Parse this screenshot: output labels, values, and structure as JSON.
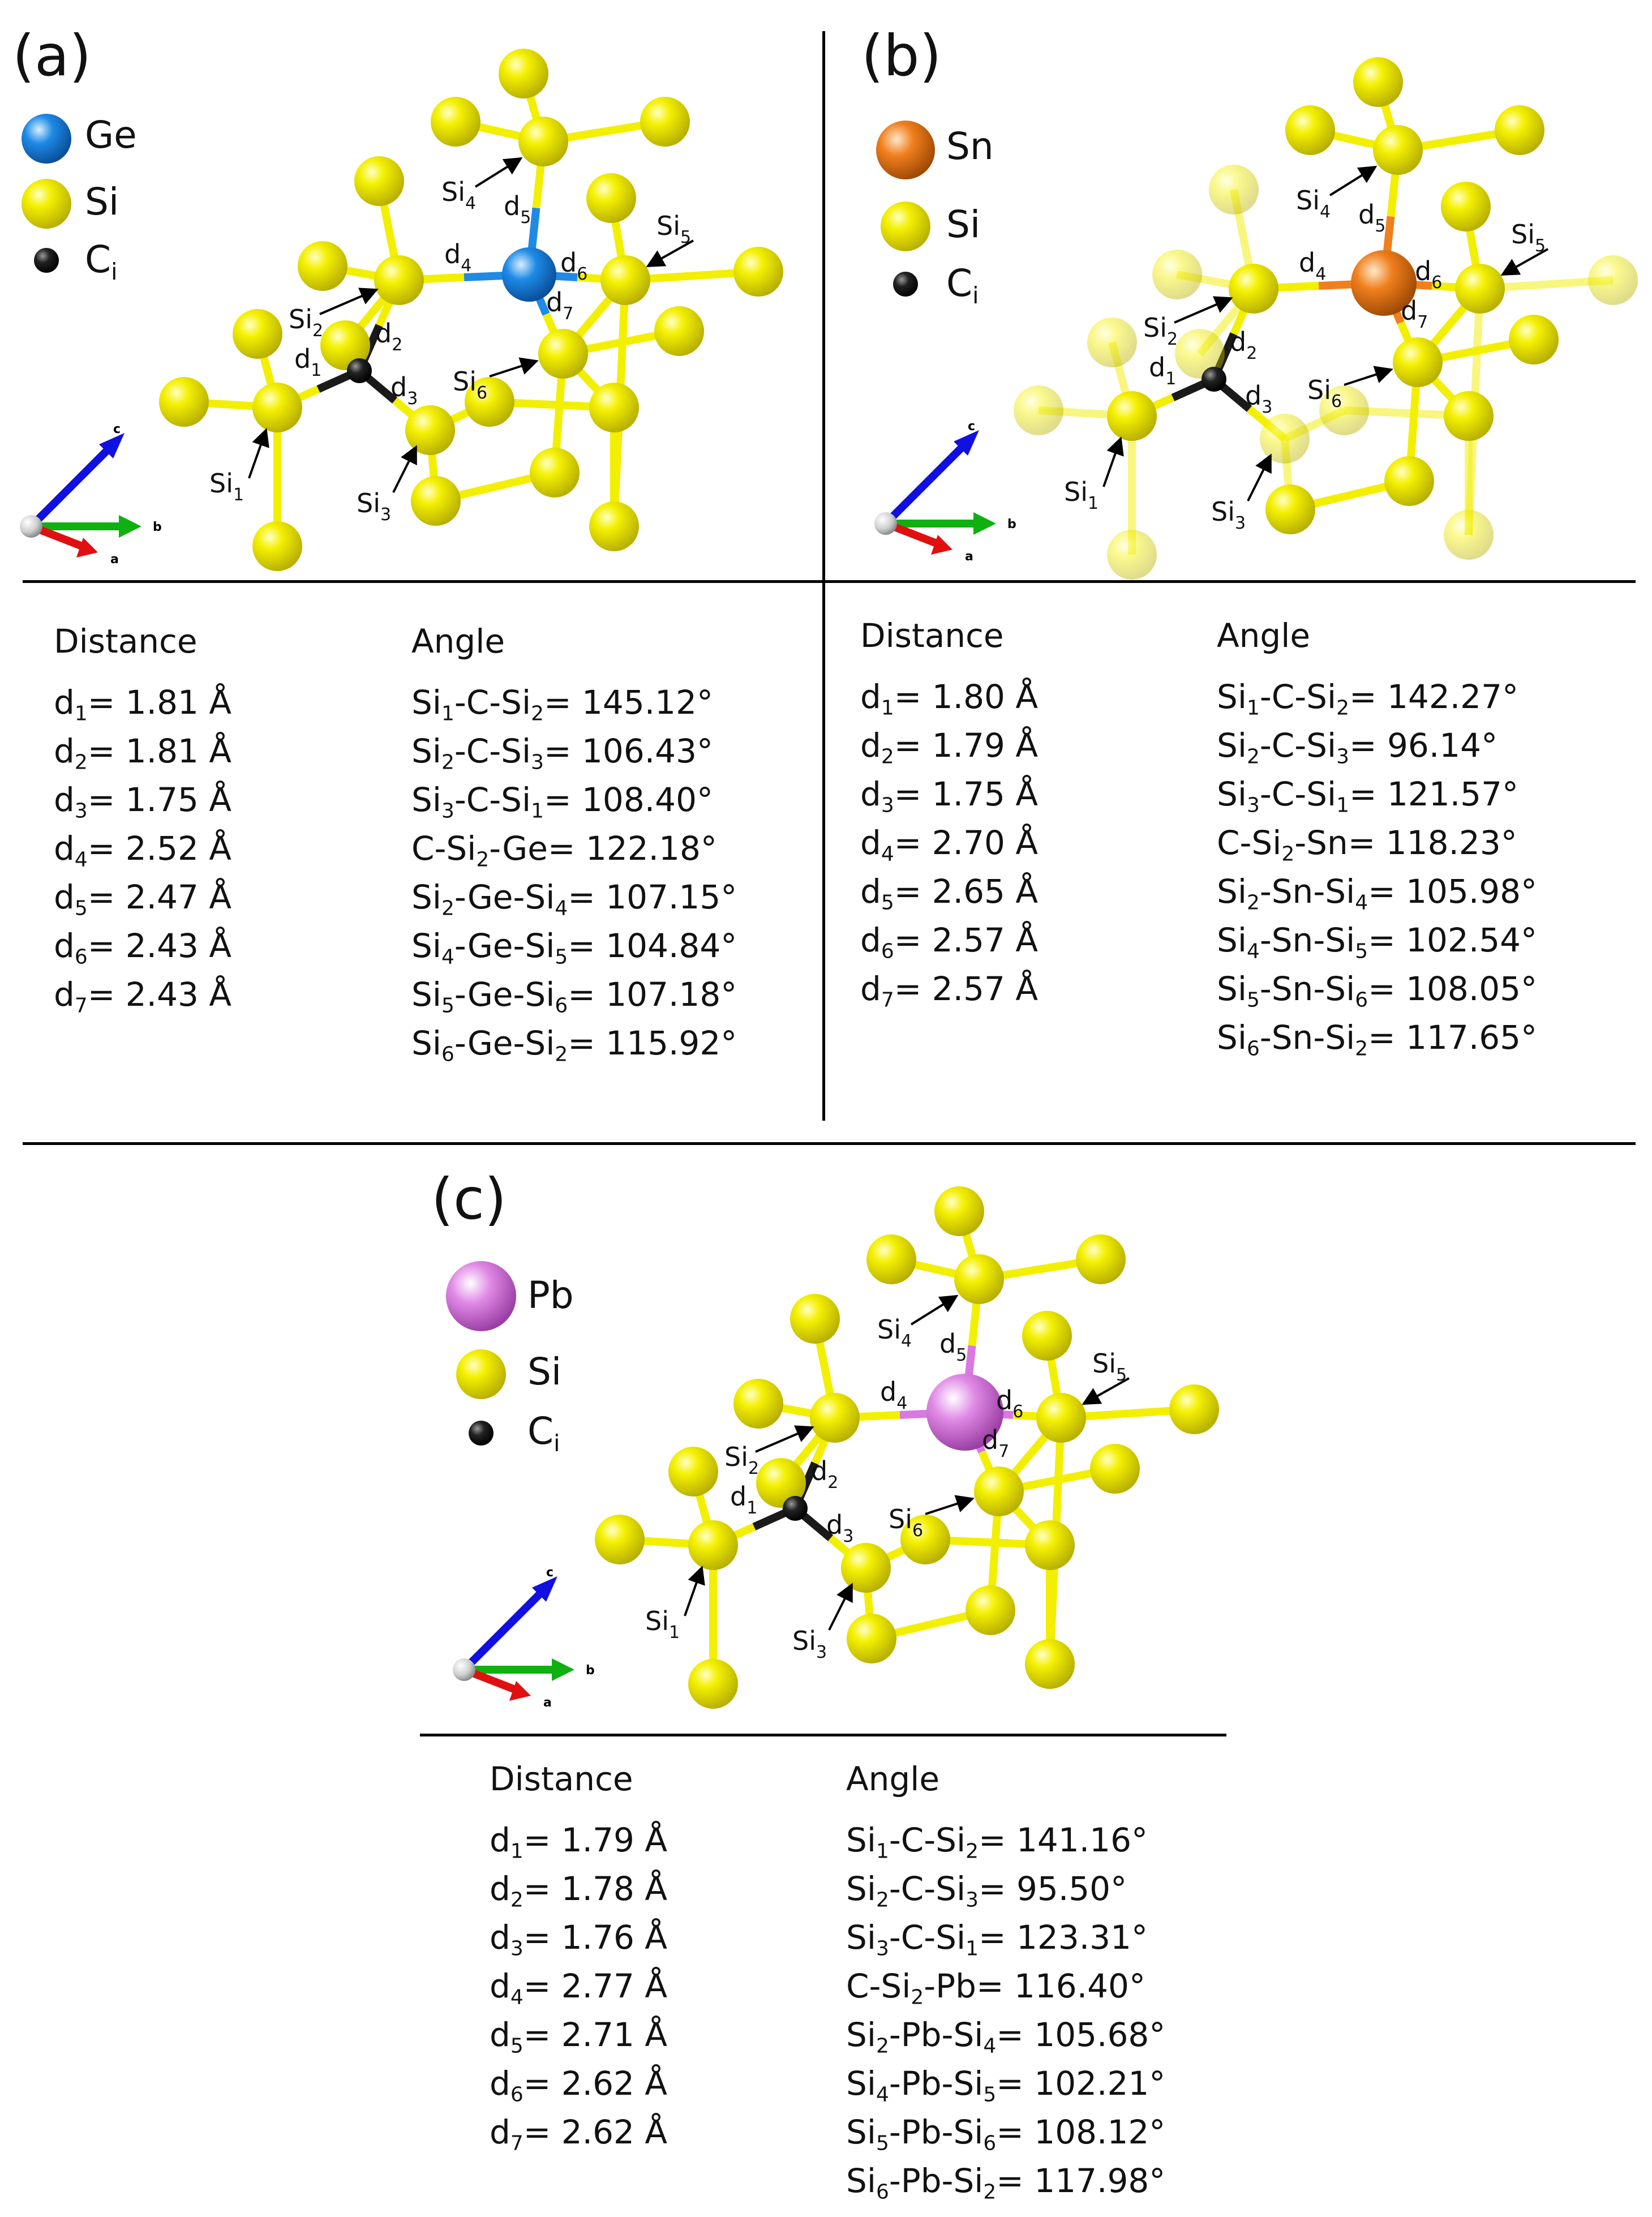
{
  "panels": [
    {
      "id": "a",
      "letter": "(a)",
      "metal": "Ge",
      "metal_color": "#1e8ae6",
      "legend": {
        "metal": "Ge",
        "si": "Si",
        "ci": "C",
        "ci_sub": "i"
      },
      "distance_header": "Distance",
      "angle_header": "Angle",
      "distances": [
        "1.81 Å",
        "1.81 Å",
        "1.75 Å",
        "2.52 Å",
        "2.47 Å",
        "2.43 Å",
        "2.43 Å"
      ],
      "angles": [
        "145.12°",
        "106.43°",
        "108.40°",
        "122.18°",
        "107.15°",
        "104.84°",
        "107.18°",
        "115.92°"
      ]
    },
    {
      "id": "b",
      "letter": "(b)",
      "metal": "Sn",
      "metal_color": "#f07f1d",
      "legend": {
        "metal": "Sn",
        "si": "Si",
        "ci": "C",
        "ci_sub": "i"
      },
      "distance_header": "Distance",
      "angle_header": "Angle",
      "distances": [
        "1.80 Å",
        "1.79 Å",
        "1.75 Å",
        "2.70 Å",
        "2.65 Å",
        "2.57 Å",
        "2.57 Å"
      ],
      "angles": [
        "142.27°",
        "96.14°",
        "121.57°",
        "118.23°",
        "105.98°",
        "102.54°",
        "108.05°",
        "117.65°"
      ]
    },
    {
      "id": "c",
      "letter": "(c)",
      "metal": "Pb",
      "metal_color": "#d978e0",
      "legend": {
        "metal": "Pb",
        "si": "Si",
        "ci": "C",
        "ci_sub": "i"
      },
      "distance_header": "Distance",
      "angle_header": "Angle",
      "distances": [
        "1.79 Å",
        "1.78 Å",
        "1.76 Å",
        "2.77 Å",
        "2.71 Å",
        "2.62 Å",
        "2.62 Å"
      ],
      "angles": [
        "141.16°",
        "95.50°",
        "123.31°",
        "116.40°",
        "105.68°",
        "102.21°",
        "108.12°",
        "117.98°"
      ]
    }
  ],
  "axis_labels": {
    "c": "c",
    "b": "b",
    "a": "a"
  },
  "colors": {
    "si": "#f2ef00",
    "carbon": "#1a1a1a",
    "axis_c": "#1010e0",
    "axis_b": "#10b010",
    "axis_a": "#e01010"
  }
}
